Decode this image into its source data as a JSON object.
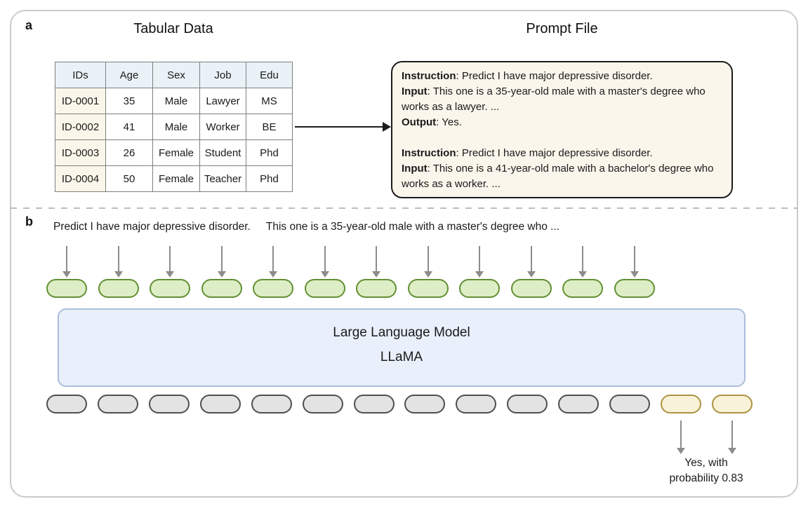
{
  "panel_a": {
    "label": "a",
    "table_title": "Tabular Data",
    "prompt_title": "Prompt File",
    "table": {
      "headers": [
        "IDs",
        "Age",
        "Sex",
        "Job",
        "Edu"
      ],
      "rows": [
        [
          "ID-0001",
          "35",
          "Male",
          "Lawyer",
          "MS"
        ],
        [
          "ID-0002",
          "41",
          "Male",
          "Worker",
          "BE"
        ],
        [
          "ID-0003",
          "26",
          "Female",
          "Student",
          "Phd"
        ],
        [
          "ID-0004",
          "50",
          "Female",
          "Teacher",
          "Phd"
        ]
      ]
    },
    "prompt_file": {
      "block1": {
        "instruction_label": "Instruction",
        "instruction_text": ": Predict I have major depressive disorder.",
        "input_label": "Input",
        "input_text": ": This one is a 35-year-old male with a master's degree who works as a lawyer. ...",
        "output_label": "Output",
        "output_text": ": Yes."
      },
      "block2": {
        "instruction_label": "Instruction",
        "instruction_text": ": Predict I have major depressive disorder.",
        "input_label": "Input",
        "input_text": ": This one is a 41-year-old male with a bachelor's degree who works as a worker. ..."
      }
    }
  },
  "panel_b": {
    "label": "b",
    "input_sentence_1": "Predict I have major depressive disorder.",
    "input_sentence_2": "This one is a 35-year-old male with a master's degree who ...",
    "input_token_count": 12,
    "llm": {
      "line1": "Large Language Model",
      "line2": "LLaMA"
    },
    "output_gray_token_count": 12,
    "answer_token_count": 2,
    "output_text_line1": "Yes, with",
    "output_text_line2": "probability 0.83"
  },
  "colors": {
    "frame_border": "#cbcbcb",
    "table_header_bg": "#e9f2f7",
    "table_id_column_bg": "#faf7ea",
    "prompt_box_bg": "#faf6ec",
    "prompt_box_border": "#1c1c1c",
    "input_token_fill": "#ddeec6",
    "input_token_border": "#628f33",
    "output_token_fill": "#e3e3e3",
    "output_token_border": "#4f4f4f",
    "answer_token_fill": "#f8f2d8",
    "answer_token_border": "#ab9440",
    "llm_box_fill": "#e9f0fb",
    "llm_box_border": "#abbdd9",
    "arrow_gray": "#8c8c8c",
    "divider_dash": "#bdbdbd"
  }
}
